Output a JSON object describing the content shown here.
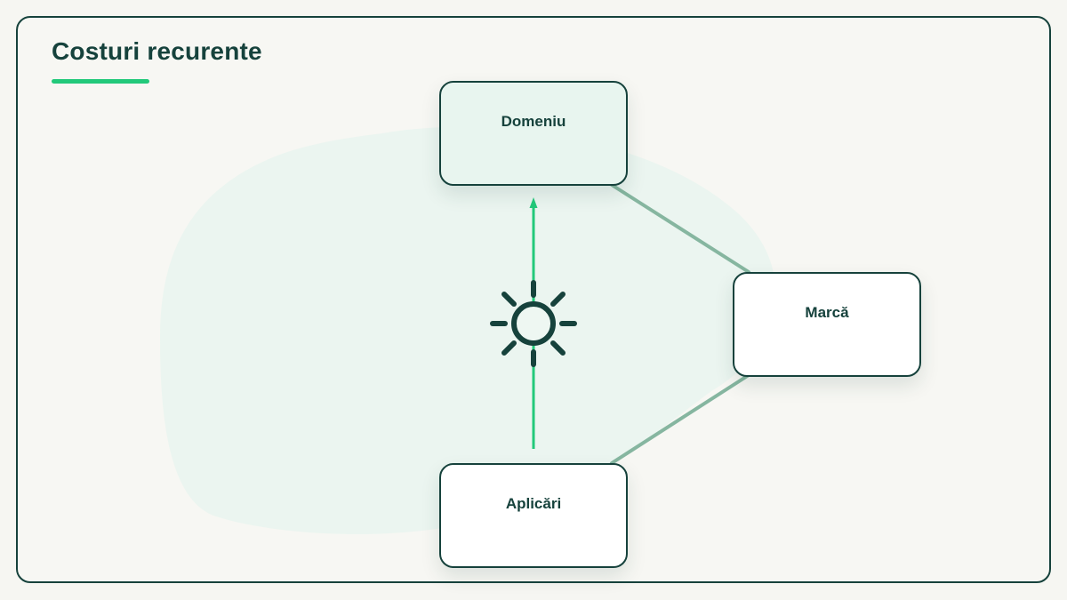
{
  "header": {
    "title": "Costuri recurente"
  },
  "diagram": {
    "nodes": {
      "domeniu": "Domeniu",
      "marca": "Marcă",
      "aplicari": "Aplicări"
    },
    "center_icon": "sun-icon",
    "colors": {
      "accent": "#22c97a",
      "dark": "#16423c",
      "connector": "#86b6a0",
      "blob": "#e8f5ef"
    }
  }
}
